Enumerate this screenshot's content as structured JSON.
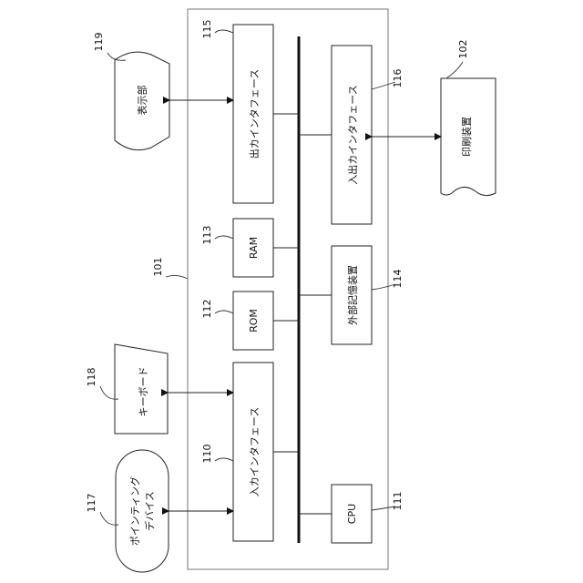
{
  "refs": {
    "system": "101",
    "printer": "102",
    "input_if": "110",
    "cpu": "111",
    "rom": "112",
    "ram": "113",
    "ext_storage": "114",
    "output_if": "115",
    "io_if": "116",
    "pointing": "117",
    "keyboard": "118",
    "display": "119"
  },
  "labels": {
    "input_if": "入カインタフェース",
    "cpu": "CPU",
    "rom": "ROM",
    "ram": "RAM",
    "ext_storage": "外部記憶装置",
    "output_if": "出カインタフェース",
    "io_if": "入出カインタフェース",
    "printer": "印刷装置",
    "keyboard": "キーボード",
    "display": "表示部",
    "pointing_line1": "ポインティング",
    "pointing_line2": "デバイス"
  }
}
